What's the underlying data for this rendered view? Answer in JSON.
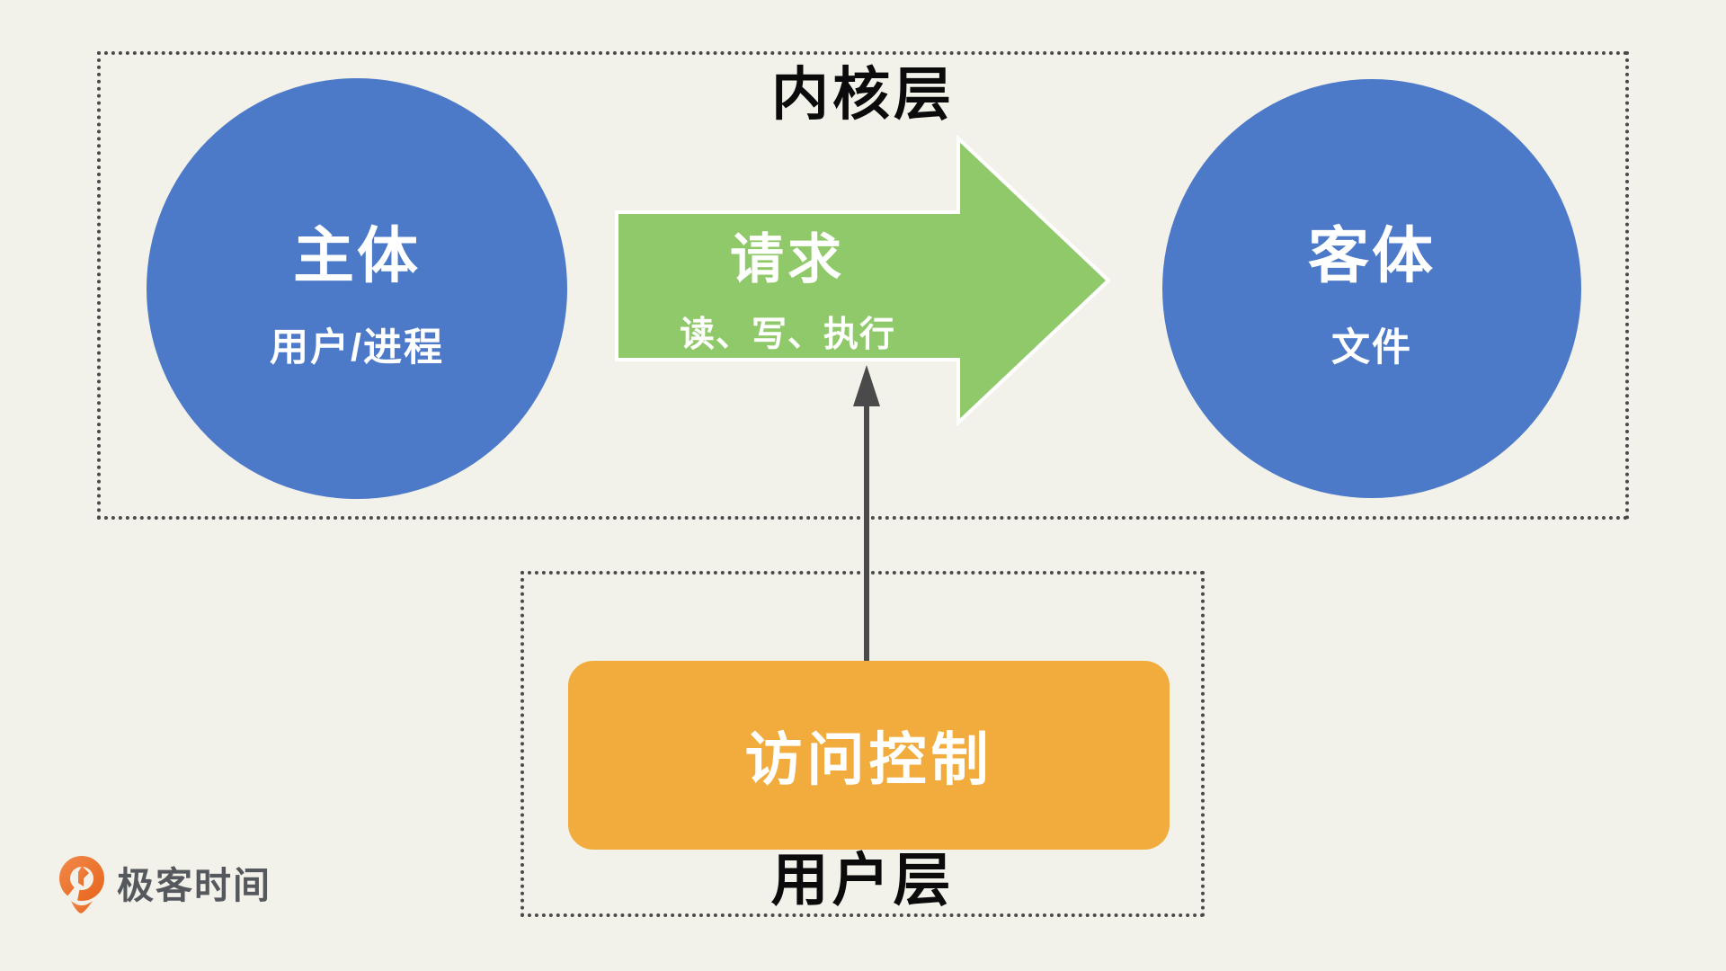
{
  "kernel_layer": {
    "label": "内核层",
    "subject": {
      "title": "主体",
      "subtitle": "用户/进程"
    },
    "request_arrow": {
      "title": "请求",
      "subtitle": "读、写、执行"
    },
    "object": {
      "title": "客体",
      "subtitle": "文件"
    }
  },
  "user_layer": {
    "label": "用户层",
    "access_control": {
      "label": "访问控制"
    }
  },
  "logo": {
    "icon": "geektime-pin-icon",
    "text": "极客时间"
  },
  "colors": {
    "background": "#F2F1EA",
    "blue": "#4C79C8",
    "green": "#8FC96A",
    "orange": "#F1AC3D",
    "border": "#4A4A4A",
    "arrow_line": "#4A4A4A",
    "text_dark": "#0B0B0B",
    "logo_text": "#55585C",
    "logo_orange_light": "#F1894A",
    "logo_orange_dark": "#E8641C"
  }
}
